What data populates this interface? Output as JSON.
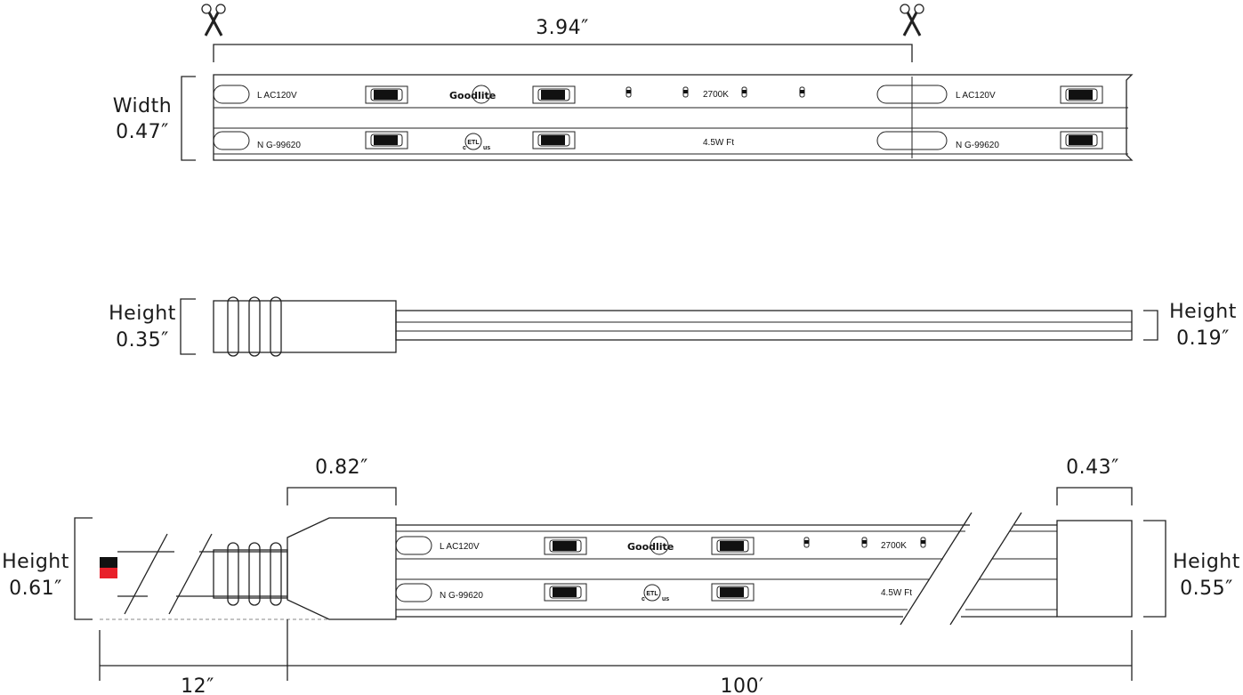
{
  "top_strip": {
    "cut_length": "3.94″",
    "width_label": "Width",
    "width_value": "0.47″",
    "print_l": "L  AC120V",
    "print_n": "N  G-99620",
    "brand": "Goodlite",
    "color_temp": "2700K",
    "power": "4.5W Ft",
    "cert_c": "c",
    "cert_mark": "ETL",
    "cert_us": "us"
  },
  "side_view": {
    "left_label": "Height",
    "left_value": "0.35″",
    "right_label": "Height",
    "right_value": "0.19″"
  },
  "assembly": {
    "connector_width": "0.82″",
    "endcap_width": "0.43″",
    "left_height_label": "Height",
    "left_height_value": "0.61″",
    "right_height_label": "Height",
    "right_height_value": "0.55″",
    "lead_length": "12″",
    "strip_length": "100′",
    "print_l": "L  AC120V",
    "print_n": "N  G-99620",
    "brand": "Goodlite",
    "color_temp": "2700K",
    "power": "4.5W Ft",
    "cert_c": "c",
    "cert_mark": "ETL",
    "cert_us": "us",
    "wire_colors": [
      "#111111",
      "#e8202a"
    ]
  }
}
